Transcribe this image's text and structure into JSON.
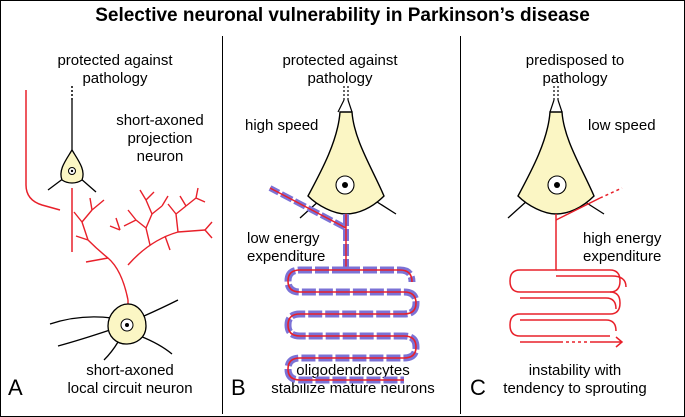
{
  "title": "Selective neuronal vulnerability in Parkinson’s disease",
  "panels": [
    {
      "letter": "A",
      "top_label": [
        "protected against",
        "pathology"
      ],
      "projection_label": [
        "short-axoned",
        "projection",
        "neuron"
      ],
      "bottom_label": [
        "short-axoned",
        "local circuit neuron"
      ]
    },
    {
      "letter": "B",
      "top_label": [
        "protected against",
        "pathology"
      ],
      "speed_label": "high speed",
      "energy_label": [
        "low energy",
        "expenditure"
      ],
      "bottom_label": [
        "oligodendrocytes",
        "stabilize mature neurons"
      ]
    },
    {
      "letter": "C",
      "top_label": [
        "predisposed to",
        "pathology"
      ],
      "speed_label": "low speed",
      "energy_label": [
        "high energy",
        "expenditure"
      ],
      "bottom_label": [
        "instability with",
        "tendency to sprouting"
      ]
    }
  ],
  "colors": {
    "axon_red": "#e8202a",
    "myelin_blue": "#7b72d6",
    "soma_fill": "#fbf6c4",
    "line": "#000000"
  }
}
